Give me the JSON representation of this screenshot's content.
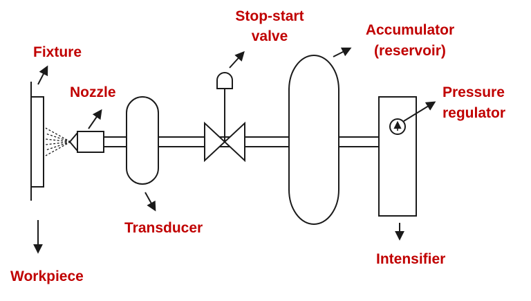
{
  "colors": {
    "label": "#c00000",
    "line": "#1a1a1a",
    "background": "#ffffff"
  },
  "labels": {
    "fixture": "Fixture",
    "nozzle": "Nozzle",
    "stop_start_line1": "Stop-start",
    "stop_start_line2": "valve",
    "accumulator_line1": "Accumulator",
    "accumulator_line2": "(reservoir)",
    "pressure_line1": "Pressure",
    "pressure_line2": "regulator",
    "transducer": "Transducer",
    "intensifier": "Intensifier",
    "workpiece": "Workpiece"
  }
}
